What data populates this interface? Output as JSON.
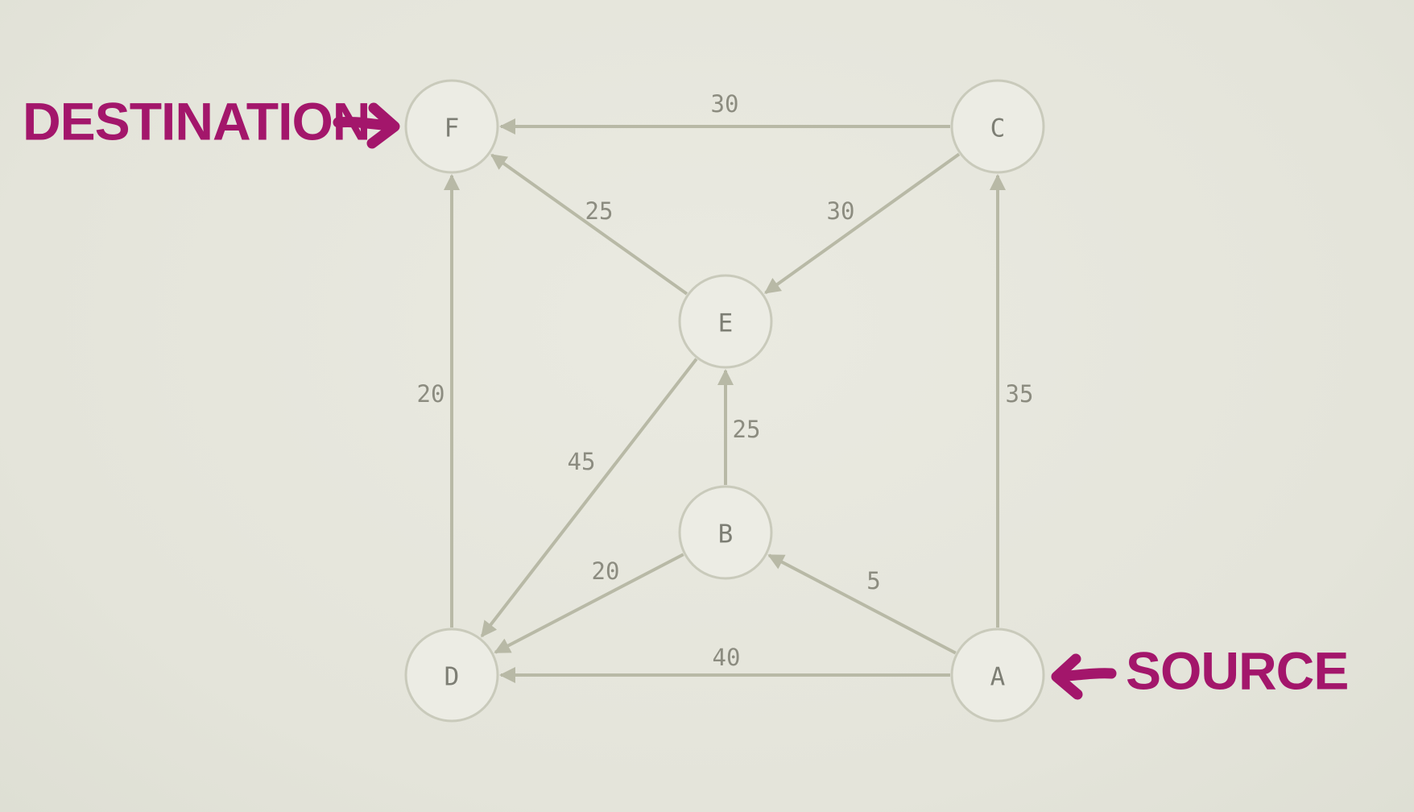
{
  "colors": {
    "background": "#e6e6dc",
    "edge": "#b8b9a6",
    "node_fill": "#ececE4",
    "node_stroke": "#c9cabb",
    "text": "#8c8c80",
    "callout": "#a3166b"
  },
  "labels": {
    "destination": "DESTINATION",
    "source": "SOURCE"
  },
  "nodes": {
    "A": "A",
    "B": "B",
    "C": "C",
    "D": "D",
    "E": "E",
    "F": "F"
  },
  "edges": [
    {
      "from": "C",
      "to": "F",
      "weight": "30"
    },
    {
      "from": "E",
      "to": "F",
      "weight": "25"
    },
    {
      "from": "C",
      "to": "E",
      "weight": "30"
    },
    {
      "from": "D",
      "to": "F",
      "weight": "20"
    },
    {
      "from": "A",
      "to": "C",
      "weight": "35"
    },
    {
      "from": "B",
      "to": "E",
      "weight": "25"
    },
    {
      "from": "E",
      "to": "D",
      "weight": "45"
    },
    {
      "from": "B",
      "to": "D",
      "weight": "20"
    },
    {
      "from": "A",
      "to": "B",
      "weight": "5"
    },
    {
      "from": "A",
      "to": "D",
      "weight": "40"
    }
  ]
}
